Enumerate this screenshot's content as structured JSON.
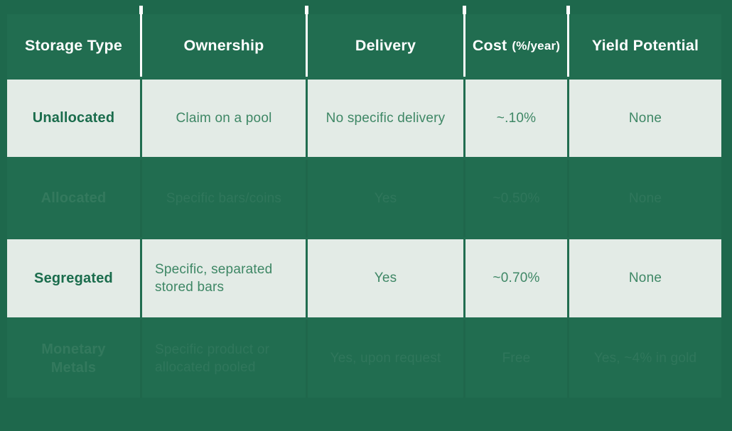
{
  "theme": {
    "page_background": "#1e684c",
    "table_background": "#216d50",
    "light_cell_background": "#e3ebe6",
    "cell_text_green": "#3e8765",
    "row_title_green": "#1a6c4c",
    "header_text": "#ffffff"
  },
  "chart_data": {
    "type": "table",
    "columns": [
      {
        "label": "Storage Type"
      },
      {
        "label": "Ownership"
      },
      {
        "label": "Delivery"
      },
      {
        "label": "Cost",
        "sublabel": "(%/year)"
      },
      {
        "label": "Yield Potential"
      }
    ],
    "rows": [
      {
        "storage_type": "Unallocated",
        "ownership": "Claim on a pool",
        "delivery": "No specific delivery",
        "cost": "~.10%",
        "yield_potential": "None",
        "emphasis": "visible"
      },
      {
        "storage_type": "Allocated",
        "ownership": "Specific bars/coins",
        "delivery": "Yes",
        "cost": "~0.50%",
        "yield_potential": "None",
        "emphasis": "faded"
      },
      {
        "storage_type": "Segregated",
        "ownership": "Specific, separated stored bars",
        "delivery": "Yes",
        "cost": "~0.70%",
        "yield_potential": "None",
        "emphasis": "visible"
      },
      {
        "storage_type": "Monetary Metals",
        "ownership": "Specific product or allocated pooled",
        "delivery": "Yes, upon request",
        "cost": "Free",
        "yield_potential": "Yes, ~4% in gold",
        "emphasis": "faded"
      }
    ]
  }
}
